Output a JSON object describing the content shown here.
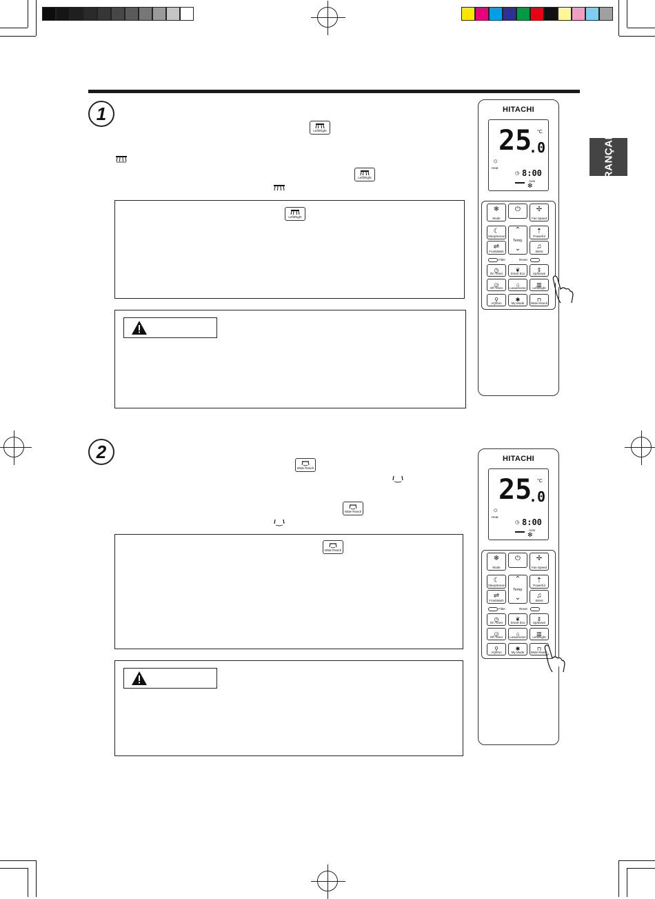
{
  "language_tab": "FRANÇAIS",
  "steps": [
    {
      "number": "1",
      "button": {
        "name": "Left/Right"
      }
    },
    {
      "number": "2",
      "button": {
        "name": "Wide Reach"
      }
    }
  ],
  "remote": {
    "brand": "HITACHI",
    "display": {
      "temperature": "25",
      "decimal": ".0",
      "unit": "°C",
      "mode": "Heat",
      "clock": "8:00",
      "fan": "Auto"
    },
    "buttons": {
      "mode": "Mode",
      "fan_speed": "Fan Speed",
      "temp": "Temp",
      "sleepsense": "SleepSense",
      "powerful": "Powerful",
      "frostwash": "FrostWash",
      "silent": "Silent",
      "filter": "Filter",
      "reset": "Reset",
      "on_timer": "On Timer",
      "smart_eco": "Smart Eco",
      "up_down": "Up/Down",
      "off_timer": "Off Timer",
      "leave_home": "Leavehome",
      "left_right": "Left/Right",
      "aqi": "AQI/Ion",
      "my_mode": "My Mode",
      "wide_reach": "Wide Reach"
    }
  },
  "colors": {
    "gray_bars": [
      "#0d0d0d",
      "#161616",
      "#1f1f1f",
      "#2a2a2a",
      "#363636",
      "#474747",
      "#5a5a5a",
      "#777777",
      "#9a9a9a",
      "#c4c4c4",
      "#ffffff"
    ],
    "color_bars": [
      "#ffe600",
      "#e6007e",
      "#00a0e9",
      "#2e3192",
      "#009944",
      "#e60012",
      "#111111",
      "#fff799",
      "#f19ec2",
      "#7ecef4",
      "#9fa0a0"
    ],
    "tab": "#444444"
  }
}
